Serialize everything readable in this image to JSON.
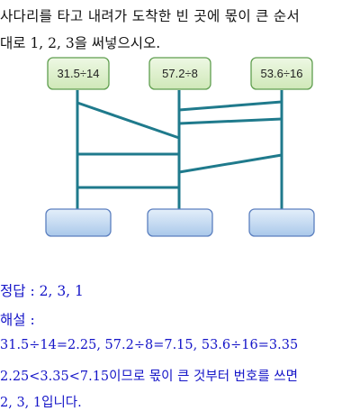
{
  "question": {
    "line1": "사다리를 타고 내려가 도착한 빈 곳에 몫이 큰 순서",
    "line2": "대로 1, 2, 3을 써넣으시오."
  },
  "ladder": {
    "expressions": [
      "31.5÷14",
      "57.2÷8",
      "53.6÷16"
    ],
    "top_box_color": "#dcefc8",
    "top_box_border": "#5f9e4f",
    "bottom_box_color": "#c6dcf3",
    "bottom_box_border": "#5b7fbf",
    "line_color": "#1f7a8c"
  },
  "answer": {
    "label": "정답 : ",
    "value": "2, 3, 1"
  },
  "solution": {
    "label": "해설 :",
    "line1": "31.5÷14=2.25, 57.2÷8=7.15, 53.6÷16=3.35",
    "line2": "2.25<3.35<7.15이므로 몫이 큰 것부터 번호를 쓰면",
    "line3": "2, 3, 1입니다."
  }
}
